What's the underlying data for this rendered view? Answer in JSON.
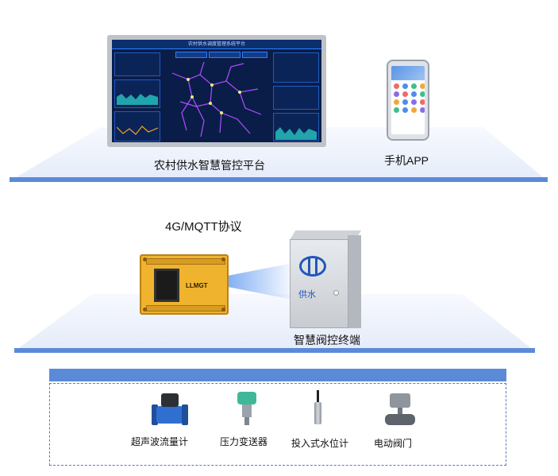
{
  "platform": {
    "monitor_caption": "农村供水智慧管控平台",
    "screen_title": "农村供水调度管理系统平台",
    "app_caption": "手机APP"
  },
  "protocol_label": "4G/MQTT协议",
  "controller": {
    "brand": "LLMGT"
  },
  "terminal": {
    "cabinet_text": "供水",
    "caption": "智慧阀控终端"
  },
  "devices": [
    {
      "label": "超声波流量计",
      "icon": "ultrasonic-flowmeter-icon"
    },
    {
      "label": "压力变送器",
      "icon": "pressure-transmitter-icon"
    },
    {
      "label": "投入式水位计",
      "icon": "submersible-level-sensor-icon"
    },
    {
      "label": "电动阀门",
      "icon": "electric-valve-icon"
    }
  ],
  "colors": {
    "tier_edge": "#5b8ad8",
    "screen_bg": "#0a1d49",
    "controller": "#f0b32d",
    "logo_blue": "#2257b8"
  }
}
